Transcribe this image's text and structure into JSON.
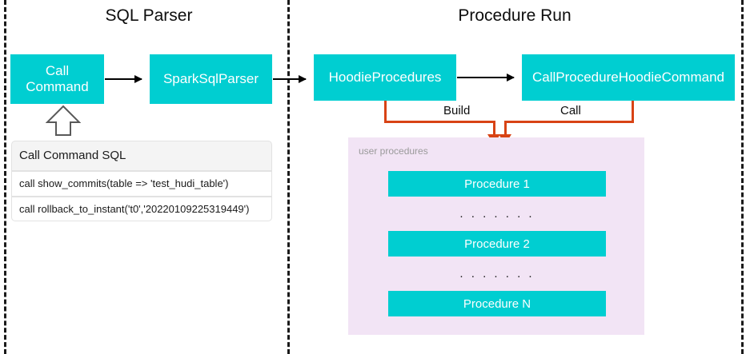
{
  "sections": {
    "left": {
      "title": "SQL Parser"
    },
    "right": {
      "title": "Procedure Run"
    }
  },
  "nodes": {
    "call_command": "Call\nCommand",
    "call_command_line1": "Call",
    "call_command_line2": "Command",
    "spark_sql_parser": "SparkSqlParser",
    "hoodie_procedures": "HoodieProcedures",
    "call_procedure_hoodie_command": "CallProcedureHoodieCommand"
  },
  "edges": {
    "build_label": "Build",
    "call_label": "Call"
  },
  "sql_panel": {
    "header": "Call Command SQL",
    "rows": [
      "call show_commits(table => 'test_hudi_table')",
      "call rollback_to_instant('t0','20220109225319449')"
    ]
  },
  "procedures_panel": {
    "label": "user procedures",
    "items": [
      "Procedure 1",
      "Procedure 2",
      "Procedure N"
    ],
    "ellipsis": ". . . . . . ."
  },
  "colors": {
    "teal": "#00ced1",
    "panel_pink": "#f2e4f5",
    "orange": "#d84315",
    "divider": "#1a1a1a",
    "text_dark": "#0d0d0d",
    "label_gray": "#9a9a9a"
  }
}
